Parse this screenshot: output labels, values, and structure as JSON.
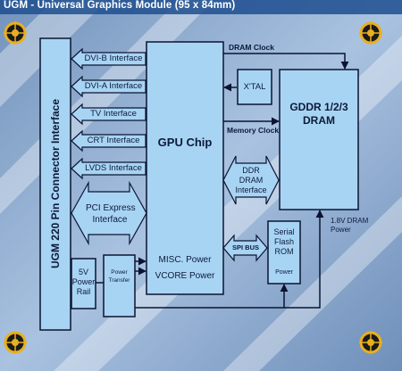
{
  "title": "UGM - Universal Graphics Module (95 x 84mm)",
  "blocks": {
    "connector": "UGM 220 Pin Connector Interface",
    "gpu": "GPU Chip",
    "gddr_line1": "GDDR 1/2/3",
    "gddr_line2": "DRAM",
    "xtal": "X'TAL",
    "ddr_line1": "DDR",
    "ddr_line2": "DRAM",
    "ddr_line3": "Interface",
    "pci_line1": "PCI Express",
    "pci_line2": "Interface",
    "spi": "SPI BUS",
    "flash_line1": "Serial",
    "flash_line2": "Flash",
    "flash_line3": "ROM",
    "flash_power": "Power",
    "rail_line1": "5V",
    "rail_line2": "Power",
    "rail_line3": "Rail",
    "transfer_line1": "Power",
    "transfer_line2": "Transfer",
    "misc_power": "MISC. Power",
    "vcore_power": "VCORE Power"
  },
  "interfaces": [
    "DVI-B Interface",
    "DVI-A Interface",
    "TV Interface",
    "CRT Interface",
    "LVDS Interface"
  ],
  "signals": {
    "dram_clock": "DRAM Clock",
    "memory_clock": "Memory Clock",
    "dram_power_line1": "1.8V DRAM",
    "dram_power_line2": "Power"
  },
  "colors": {
    "block_fill": "#a8d4f4",
    "block_stroke": "#0a1430",
    "board_bg": "#8aa8cc",
    "title_bg": "#1e4f8f",
    "mount_ring": "#e8b020"
  }
}
